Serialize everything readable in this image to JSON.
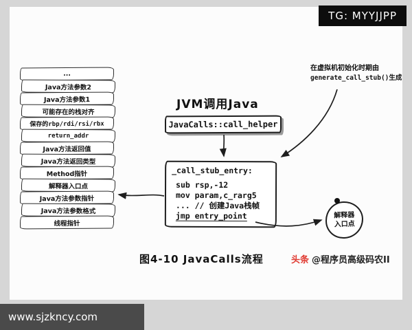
{
  "badge": {
    "text": "TG: MYYJJPP"
  },
  "url_bar": {
    "text": "www.sjzkncy.com"
  },
  "title": "JVM调用Java",
  "caption": "图4-10  JavaCalls流程",
  "credit": {
    "brand": "头条",
    "handle": "@程序员高级码农II"
  },
  "annotation": {
    "line1": "在虚拟机初始化时期由",
    "line2": "generate_call_stub()生成"
  },
  "stack": {
    "items": [
      "...",
      "Java方法参数2",
      "Java方法参数1",
      "可能存在的栈对齐",
      "保存的rbp/rdi/rsi/rbx",
      "return_addr",
      "Java方法返回值",
      "Java方法返回类型",
      "Method指针",
      "解释器入口点",
      "Java方法参数指针",
      "Java方法参数格式",
      "线程指针"
    ]
  },
  "call_helper": {
    "label": "JavaCalls::call_helper"
  },
  "stub": {
    "title": "_call_stub_entry:",
    "line1": "sub rsp,-12",
    "line2": "mov param,c_rarg5",
    "line3": "... // 创建Java栈帧",
    "line4": "jmp entry_point"
  },
  "entry_circle": {
    "line1": "解释器",
    "line2": "入口点"
  },
  "colors": {
    "accent_red": "#e03a31",
    "ink": "#1e1e1e",
    "page_bg": "#d6d6d6"
  }
}
